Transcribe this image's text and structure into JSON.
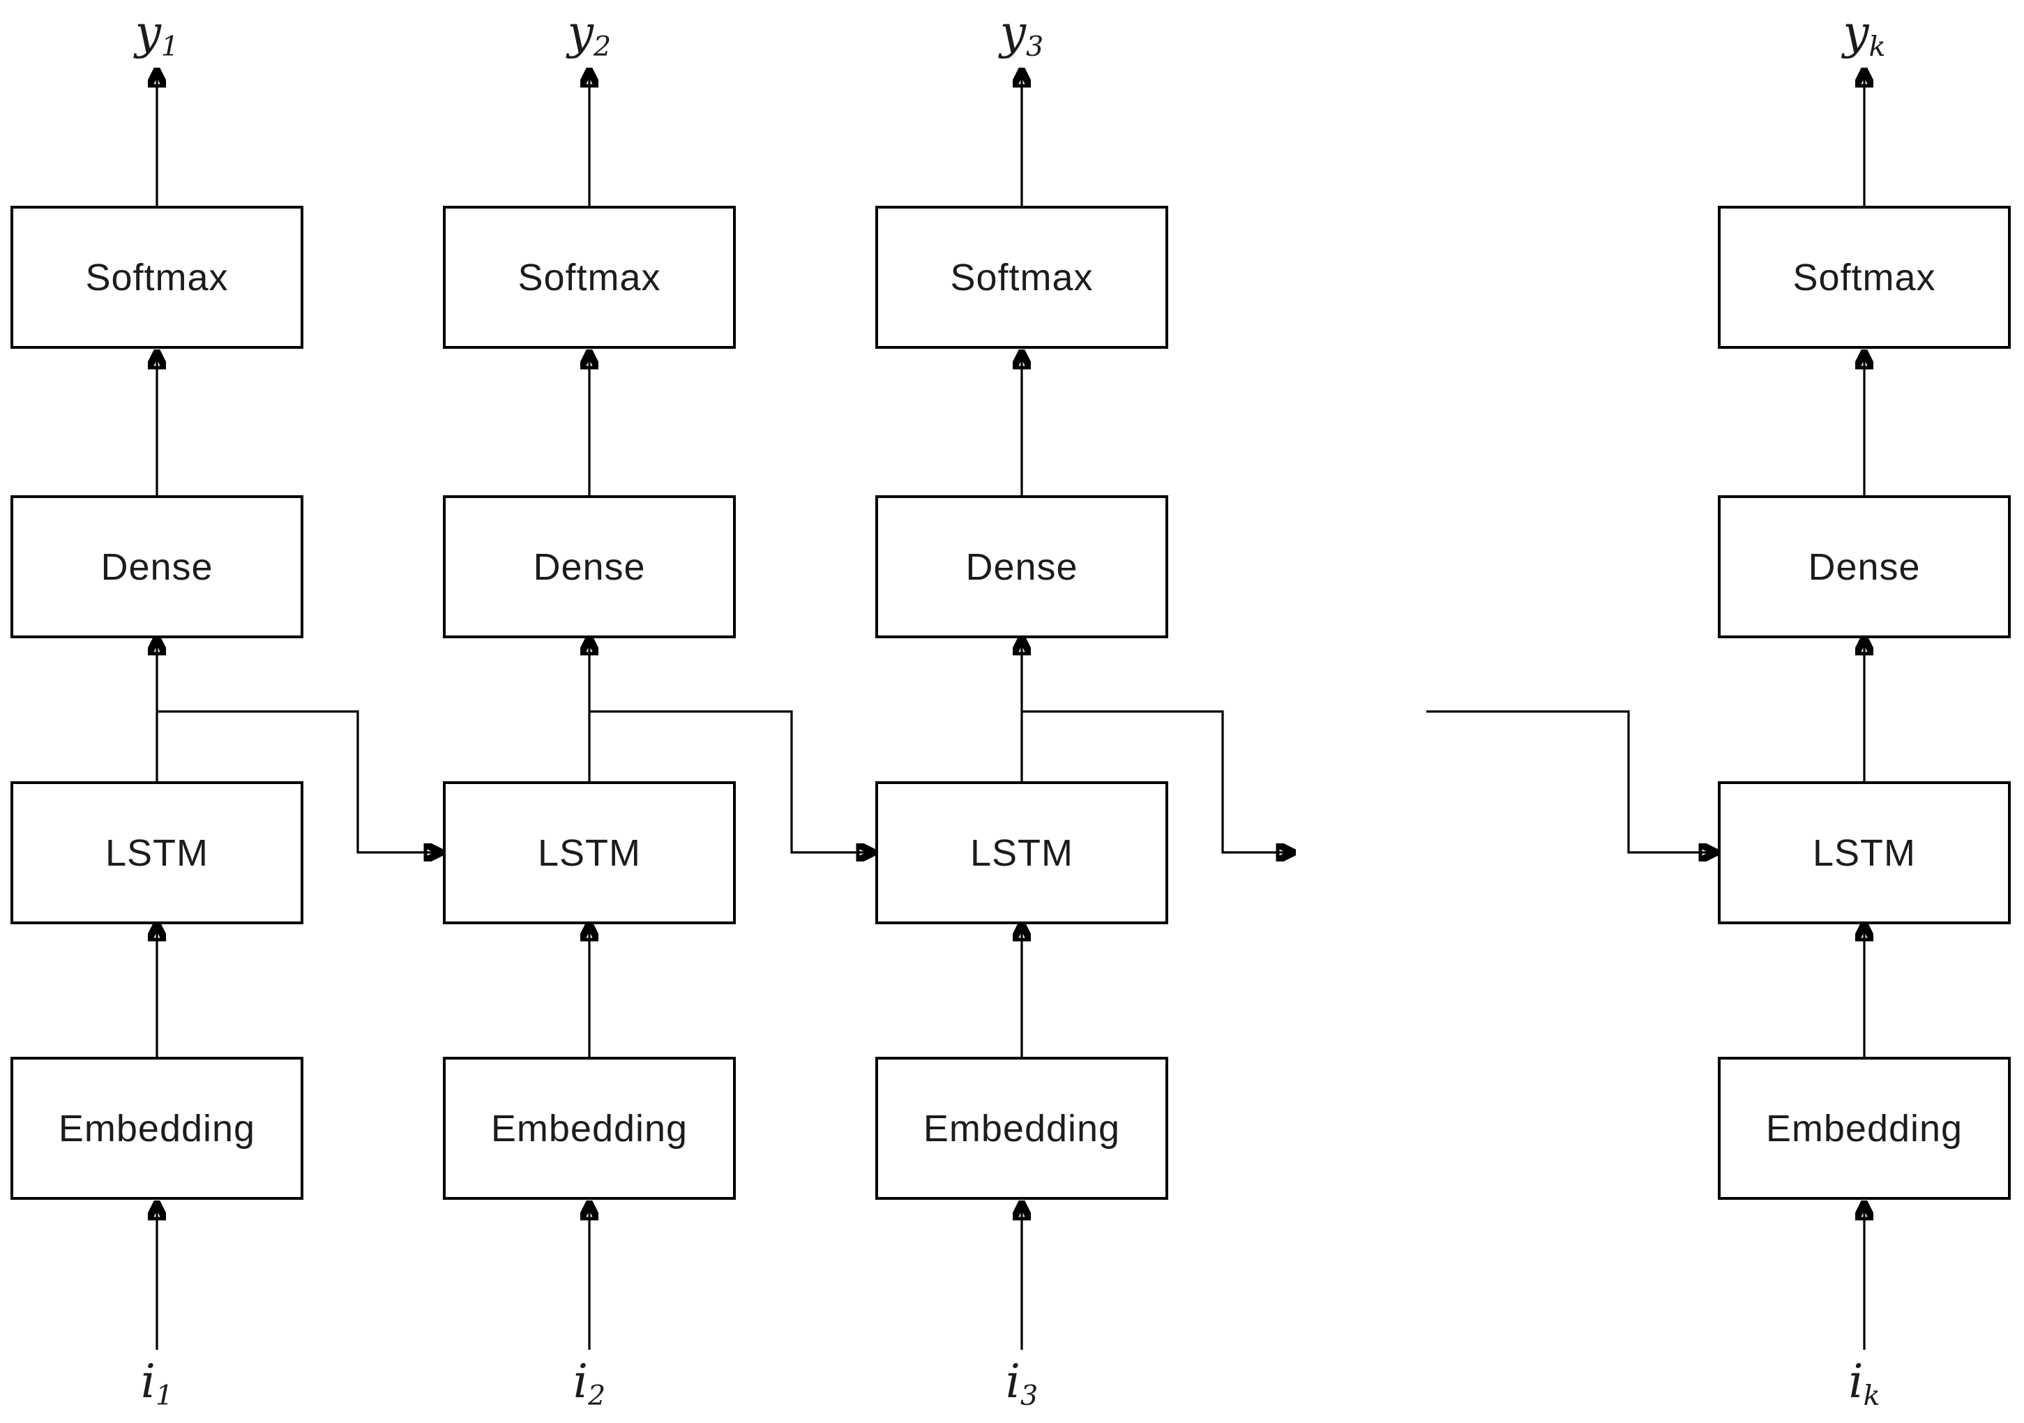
{
  "diagram": {
    "type": "recurrent-lstm-sequence-model",
    "layers": [
      "Embedding",
      "LSTM",
      "Dense",
      "Softmax"
    ],
    "columns": [
      {
        "output_base": "y",
        "output_sub": "1",
        "input_base": "i",
        "input_sub": "1"
      },
      {
        "output_base": "y",
        "output_sub": "2",
        "input_base": "i",
        "input_sub": "2"
      },
      {
        "output_base": "y",
        "output_sub": "3",
        "input_base": "i",
        "input_sub": "3"
      },
      {
        "output_base": "y",
        "output_sub": "k",
        "input_base": "i",
        "input_sub": "k"
      }
    ],
    "colors": {
      "background": "#ffffff",
      "box_fill": "#ffffff",
      "box_border": "#000000",
      "line": "#000000",
      "text": "#1c1c1c"
    }
  }
}
